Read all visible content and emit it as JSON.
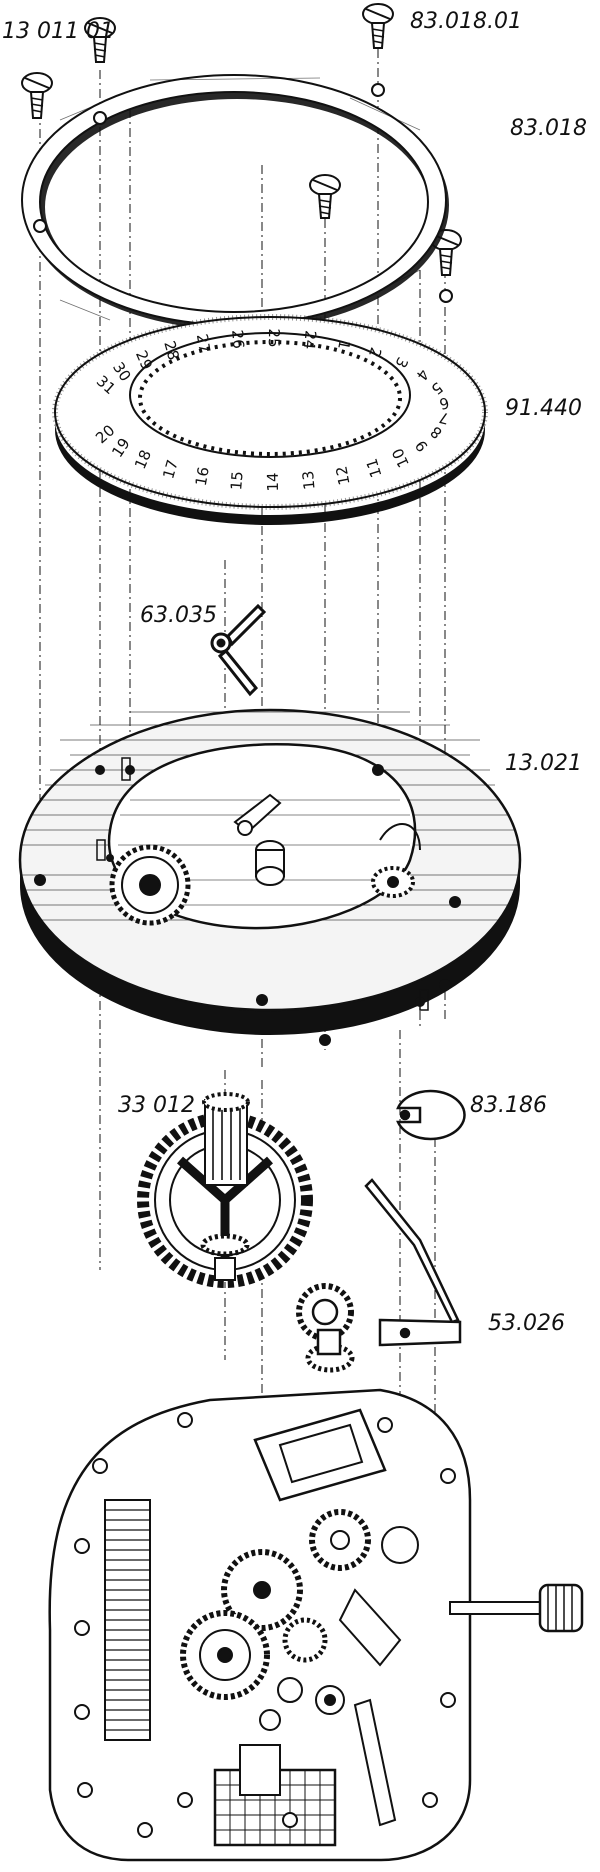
{
  "labels": {
    "screw_a": "13 011 01",
    "screw_b": "83.018.01",
    "ring": "83.018",
    "date_disc": "91.440",
    "jumper": "63.035",
    "plate": "13.021",
    "washer": "83.186",
    "wheel": "33 012",
    "lever": "53.026"
  },
  "dial_numbers": [
    "31",
    "30",
    "29",
    "28",
    "27",
    "26",
    "25",
    "24",
    "1",
    "2",
    "3",
    "4",
    "5",
    "6",
    "7",
    "8",
    "9",
    "10",
    "11",
    "12",
    "13",
    "14",
    "15",
    "16",
    "17",
    "18",
    "19",
    "20"
  ],
  "colors": {
    "ink": "#111111",
    "paper": "#ffffff"
  }
}
